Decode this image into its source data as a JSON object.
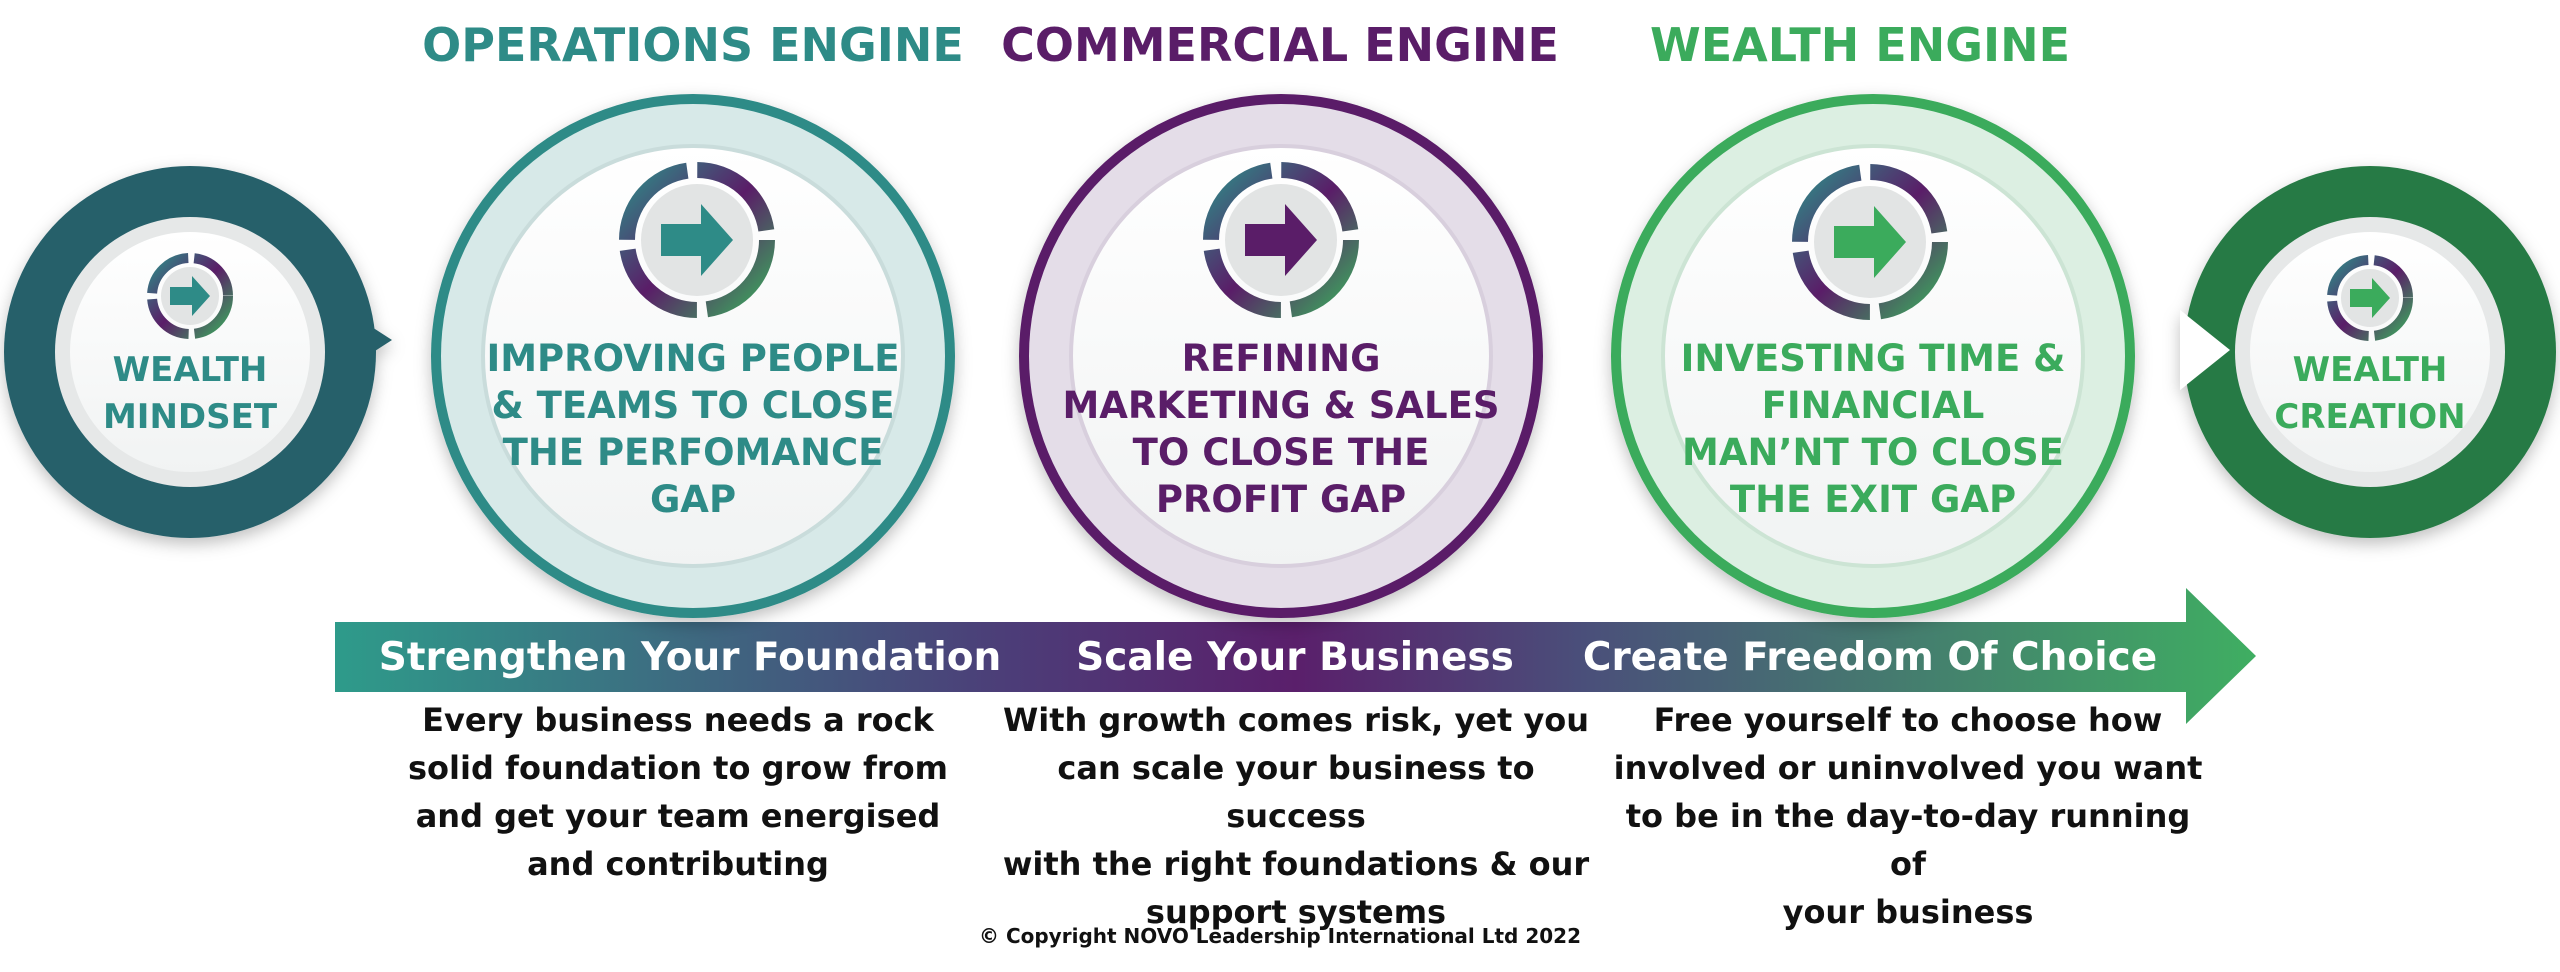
{
  "colors": {
    "teal": "#2e8b87",
    "teal_dark": "#27606a",
    "purple": "#5a1d68",
    "green": "#3bab5c",
    "green_dark": "#287a45",
    "arrow_gradient": [
      "#2e9b8a",
      "#5a1f6b",
      "#3fae62"
    ]
  },
  "engines": [
    {
      "title": "OPERATIONS ENGINE",
      "circle_text": [
        "IMPROVING PEOPLE",
        "& TEAMS TO CLOSE",
        "THE PERFOMANCE",
        "GAP"
      ],
      "icon": "arrow-right-icon"
    },
    {
      "title": "COMMERCIAL ENGINE",
      "circle_text": [
        "REFINING",
        "MARKETING & SALES",
        "TO CLOSE THE",
        "PROFIT GAP"
      ],
      "icon": "arrow-right-icon"
    },
    {
      "title": "WEALTH ENGINE",
      "circle_text": [
        "INVESTING TIME &",
        "FINANCIAL",
        "MAN’NT TO CLOSE",
        "THE EXIT GAP"
      ],
      "icon": "arrow-right-icon"
    }
  ],
  "start_node": {
    "text": [
      "WEALTH",
      "MINDSET"
    ],
    "icon": "arrow-right-icon"
  },
  "end_node": {
    "text": [
      "WEALTH",
      "CREATION"
    ],
    "icon": "arrow-right-icon"
  },
  "arrow_labels": [
    "Strengthen Your Foundation",
    "Scale Your Business",
    "Create Freedom Of Choice"
  ],
  "descriptions": [
    [
      "Every business needs a rock",
      "solid foundation to grow from",
      "and get your team energised",
      "and contributing"
    ],
    [
      "With growth comes risk, yet you",
      "can scale your business to success",
      "with the right foundations & our",
      "support systems"
    ],
    [
      "Free yourself to choose how",
      "involved or uninvolved you want",
      "to be in the day-to-day running of",
      "your business"
    ]
  ],
  "copyright": "© Copyright NOVO Leadership International Ltd 2022"
}
